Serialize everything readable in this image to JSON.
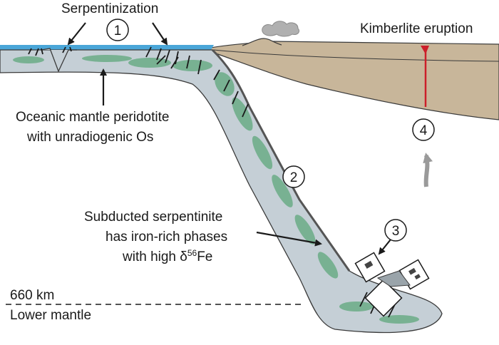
{
  "labels": {
    "serpentinization": "Serpentinization",
    "kimberlite": "Kimberlite eruption",
    "mantle_line1": "Oceanic mantle peridotite",
    "mantle_line2": "with unradiogenic Os",
    "subducted_line1": "Subducted serpentinite",
    "subducted_line2": "has iron-rich phases",
    "subducted_line3_prefix": "with high δ",
    "subducted_line3_sup": "56",
    "subducted_line3_suffix": "Fe",
    "depth_660": "660 km",
    "lower_mantle": "Lower mantle"
  },
  "markers": [
    "1",
    "2",
    "3",
    "4"
  ],
  "colors": {
    "ocean": "#4aa6d8",
    "continent": "#c8b69a",
    "slab": "#c5cfd6",
    "serpentinite": "#3a9a5c",
    "kimberlite": "#cc1f2a",
    "arrow_gray": "#9a9a9a"
  }
}
